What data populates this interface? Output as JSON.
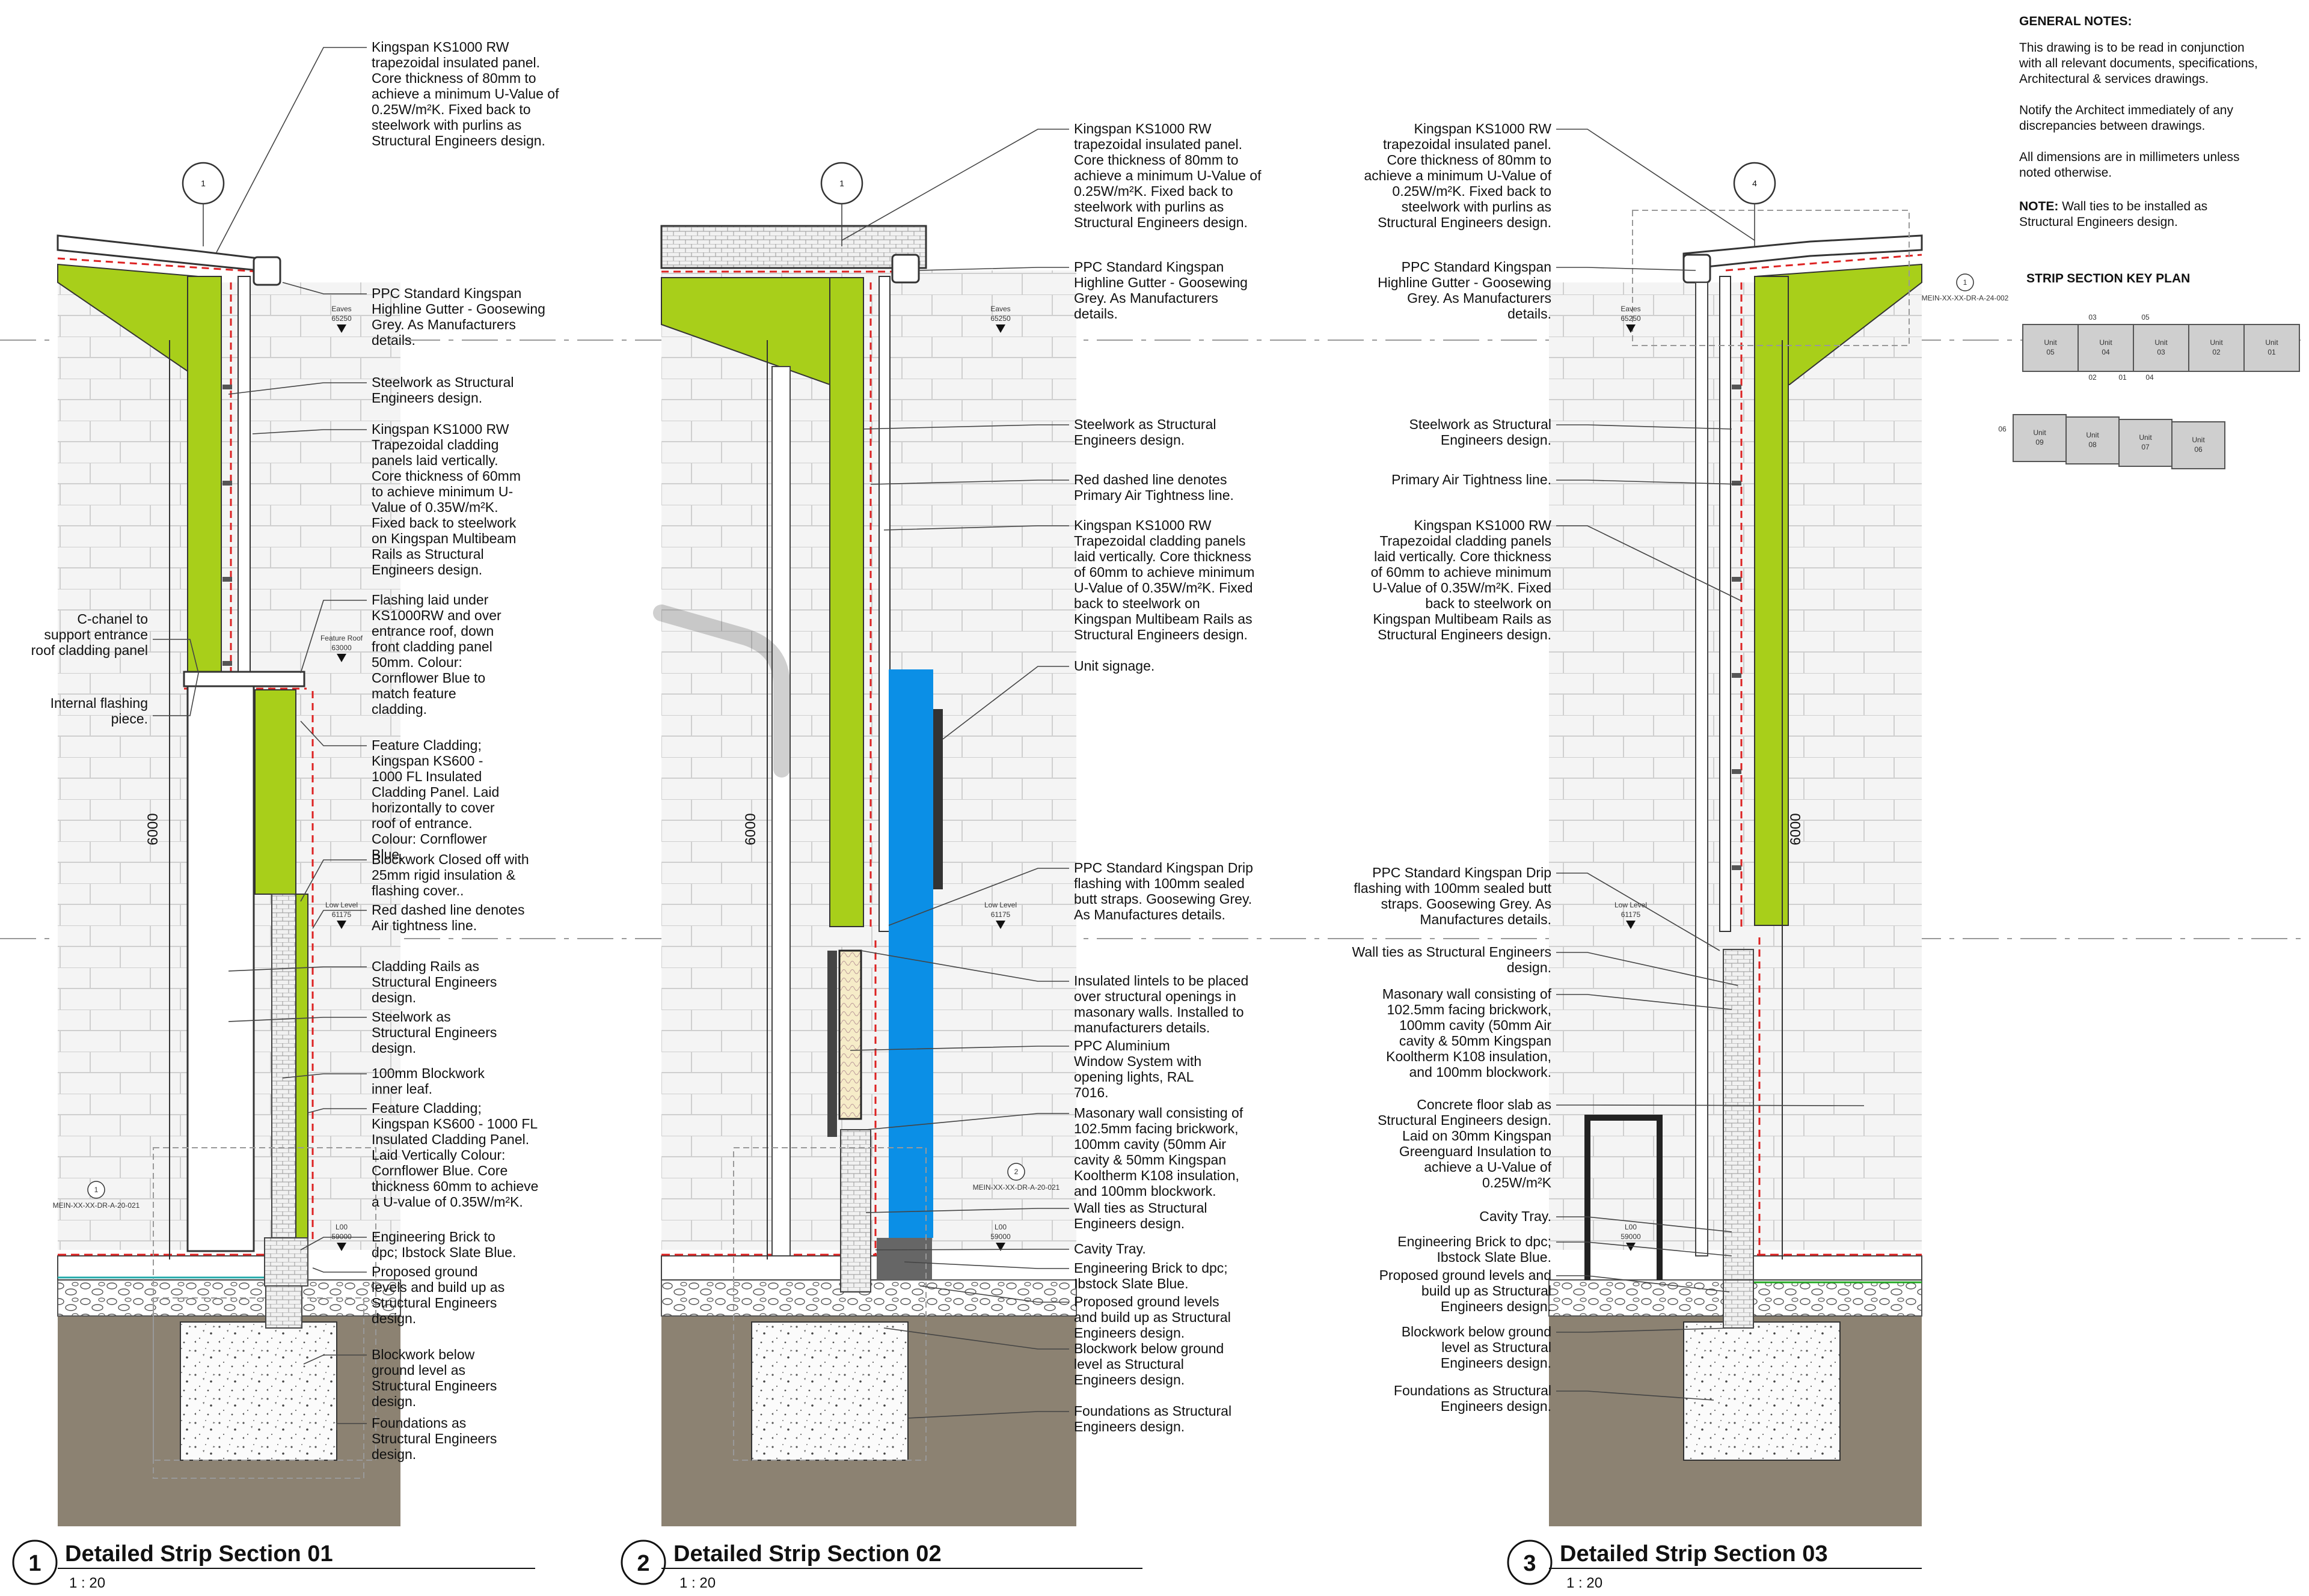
{
  "general_notes": {
    "heading": "GENERAL NOTES:",
    "lines": [
      "This drawing is to be read in conjunction",
      "with all relevant documents, specifications,",
      "Architectural & services drawings.",
      "",
      "Notify the Architect immediately of any",
      "discrepancies between drawings.",
      "",
      "All dimensions are in millimeters unless",
      "noted otherwise.",
      ""
    ],
    "note_bold": "NOTE:",
    "note_text_1": " Wall ties to be installed as",
    "note_text_2": "Structural Engineers design."
  },
  "key_plan": {
    "title": "STRIP SECTION KEY PLAN",
    "row1": [
      "Unit 05",
      "Unit 04",
      "Unit 03",
      "Unit 02",
      "Unit 01"
    ],
    "row2": [
      "Unit 09",
      "Unit 08",
      "Unit 07",
      "Unit 06"
    ],
    "markers": [
      "03",
      "05",
      "02",
      "01",
      "04",
      "06"
    ]
  },
  "levels": {
    "eaves_label": "Eaves",
    "eaves_value": "65250",
    "feature_roof_label": "Feature Roof",
    "feature_roof_value": "63000",
    "low_level_label": "Low Level",
    "low_level_value": "61175",
    "l00_label": "L00",
    "l00_value": "59000",
    "dim_6000": "6000"
  },
  "sections": [
    {
      "number": "1",
      "title": "Detailed Strip Section 01",
      "scale": "1 : 20",
      "callout_top": "1",
      "callout_ref_num": "1",
      "callout_ref": "MEIN-XX-XX-DR-A-20-021",
      "notes_right": [
        [
          "Kingspan KS1000 RW",
          "trapezoidal insulated panel.",
          "Core thickness of 80mm to",
          "achieve a minimum U-Value of",
          "0.25W/m²K. Fixed back to",
          "steelwork with purlins as",
          "Structural Engineers design."
        ],
        [
          "PPC Standard Kingspan",
          "Highline Gutter - Goosewing",
          "Grey. As Manufacturers",
          "details."
        ],
        [
          "Steelwork as Structural",
          "Engineers design."
        ],
        [
          "Kingspan KS1000 RW",
          "Trapezoidal cladding",
          "panels laid vertically.",
          "Core thickness of 60mm",
          "to achieve minimum U-",
          "Value of 0.35W/m²K.",
          "Fixed back to steelwork",
          "on Kingspan Multibeam",
          "Rails as Structural",
          "Engineers design."
        ],
        [
          "Flashing laid under",
          "KS1000RW and over",
          "entrance roof, down",
          "front cladding panel",
          "50mm. Colour:",
          "Cornflower Blue to",
          "match feature",
          "cladding."
        ],
        [
          "Feature Cladding;",
          "Kingspan KS600 -",
          "1000 FL Insulated",
          "Cladding Panel. Laid",
          "horizontally to cover",
          "roof of entrance.",
          "Colour: Cornflower",
          "Blue."
        ],
        [
          "Blockwork Closed off with",
          "25mm rigid insulation &",
          "flashing cover.."
        ],
        [
          "Red dashed line denotes",
          "Air tightness line."
        ],
        [
          "Cladding Rails as",
          "Structural Engineers",
          "design."
        ],
        [
          "Steelwork as",
          "Structural Engineers",
          "design."
        ],
        [
          "100mm Blockwork",
          "inner leaf."
        ],
        [
          "Feature Cladding;",
          "Kingspan KS600 - 1000 FL",
          "Insulated Cladding Panel.",
          "Laid Vertically Colour:",
          "Cornflower Blue. Core",
          "thickness 60mm to achieve",
          "a U-value of 0.35W/m²K."
        ],
        [
          "Engineering Brick to",
          "dpc; Ibstock Slate Blue."
        ],
        [
          "Proposed ground",
          "levels and build up as",
          "Structural Engineers",
          "design."
        ],
        [
          "Blockwork below",
          "ground level as",
          "Structural Engineers",
          "design."
        ],
        [
          "Foundations as",
          "Structural Engineers",
          "design."
        ]
      ],
      "notes_left": [
        [
          "C-chanel to",
          "support entrance",
          "roof cladding panel"
        ],
        [
          "Internal flashing",
          "piece."
        ]
      ]
    },
    {
      "number": "2",
      "title": "Detailed Strip Section 02",
      "scale": "1 : 20",
      "callout_top": "1",
      "callout_ref_num": "2",
      "callout_ref": "MEIN-XX-XX-DR-A-20-021",
      "notes_right": [
        [
          "Kingspan KS1000 RW",
          "trapezoidal insulated panel.",
          "Core thickness of 80mm to",
          "achieve a minimum U-Value of",
          "0.25W/m²K. Fixed back to",
          "steelwork with purlins as",
          "Structural Engineers design."
        ],
        [
          "PPC Standard Kingspan",
          "Highline Gutter - Goosewing",
          "Grey. As Manufacturers",
          "details."
        ],
        [
          "Steelwork as Structural",
          "Engineers design."
        ],
        [
          "Red dashed line denotes",
          "Primary Air Tightness line."
        ],
        [
          "Kingspan KS1000 RW",
          "Trapezoidal cladding panels",
          "laid vertically. Core thickness",
          "of 60mm to achieve minimum",
          "U-Value of 0.35W/m²K. Fixed",
          "back to steelwork on",
          "Kingspan Multibeam Rails as",
          "Structural Engineers design."
        ],
        [
          "Unit signage."
        ],
        [
          "PPC Standard Kingspan Drip",
          "flashing with 100mm sealed",
          "butt straps. Goosewing Grey.",
          "As Manufactures details."
        ],
        [
          "Insulated lintels to be placed",
          "over structural openings in",
          "masonary walls. Installed to",
          "manufacturers details."
        ],
        [
          "PPC Aluminium",
          "Window System with",
          "opening lights, RAL",
          "7016."
        ],
        [
          "Masonary wall consisting of",
          "102.5mm facing brickwork,",
          "100mm cavity (50mm Air",
          "cavity & 50mm Kingspan",
          "Kooltherm K108 insulation,",
          "and 100mm blockwork."
        ],
        [
          "Wall ties as Structural",
          "Engineers design."
        ],
        [
          "Cavity Tray."
        ],
        [
          "Engineering Brick to dpc;",
          "Ibstock Slate Blue."
        ],
        [
          "Proposed ground levels",
          "and build up as Structural",
          "Engineers design."
        ],
        [
          "Blockwork below ground",
          "level as Structural",
          "Engineers design."
        ],
        [
          "Foundations as Structural",
          "Engineers design."
        ]
      ]
    },
    {
      "number": "3",
      "title": "Detailed Strip Section 03",
      "scale": "1 : 20",
      "callout_top": "4",
      "callout_ref_num": "1",
      "callout_ref": "MEIN-XX-XX-DR-A-24-002",
      "notes_left": [
        [
          "Kingspan KS1000 RW",
          "trapezoidal insulated panel.",
          "Core thickness of 80mm to",
          "achieve a minimum U-Value of",
          "0.25W/m²K. Fixed back to",
          "steelwork with purlins as",
          "Structural Engineers design."
        ],
        [
          "PPC Standard Kingspan",
          "Highline Gutter - Goosewing",
          "Grey. As Manufacturers",
          "details."
        ],
        [
          "Steelwork as Structural",
          "Engineers design."
        ],
        [
          "Primary Air Tightness line."
        ],
        [
          "Kingspan KS1000 RW",
          "Trapezoidal cladding panels",
          "laid vertically. Core thickness",
          "of 60mm to achieve minimum",
          "U-Value of 0.35W/m²K. Fixed",
          "back to steelwork on",
          "Kingspan Multibeam Rails as",
          "Structural Engineers design."
        ],
        [
          "PPC Standard Kingspan Drip",
          "flashing with 100mm sealed butt",
          "straps. Goosewing Grey. As",
          "Manufactures details."
        ],
        [
          "Wall ties as Structural Engineers",
          "design."
        ],
        [
          "Masonary wall consisting of",
          "102.5mm facing brickwork,",
          "100mm cavity (50mm Air",
          "cavity & 50mm Kingspan",
          "Kooltherm K108 insulation,",
          "and 100mm blockwork."
        ],
        [
          "Concrete floor slab as",
          "Structural Engineers design.",
          "Laid on 30mm Kingspan",
          "Greenguard Insulation to",
          "achieve a U-Value of",
          "0.25W/m²K"
        ],
        [
          "Cavity Tray."
        ],
        [
          "Engineering Brick to dpc;",
          "Ibstock Slate Blue."
        ],
        [
          "Proposed ground levels and",
          "build up as Structural",
          "Engineers design."
        ],
        [
          "Blockwork below ground",
          "level as Structural",
          "Engineers design."
        ],
        [
          "Foundations as Structural",
          "Engineers design."
        ]
      ]
    }
  ]
}
